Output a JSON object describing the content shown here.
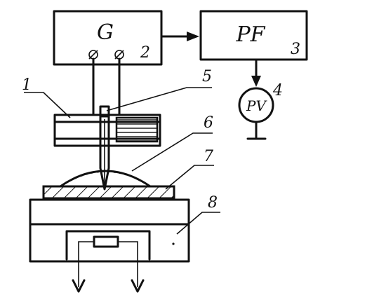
{
  "blocks": {
    "generator": {
      "letter": "G",
      "number": "2"
    },
    "filter": {
      "letter": "PF",
      "number": "3"
    },
    "voltmeter": {
      "letter": "PV",
      "number": "4"
    }
  },
  "callouts": [
    "1",
    "5",
    "6",
    "7",
    "8"
  ]
}
